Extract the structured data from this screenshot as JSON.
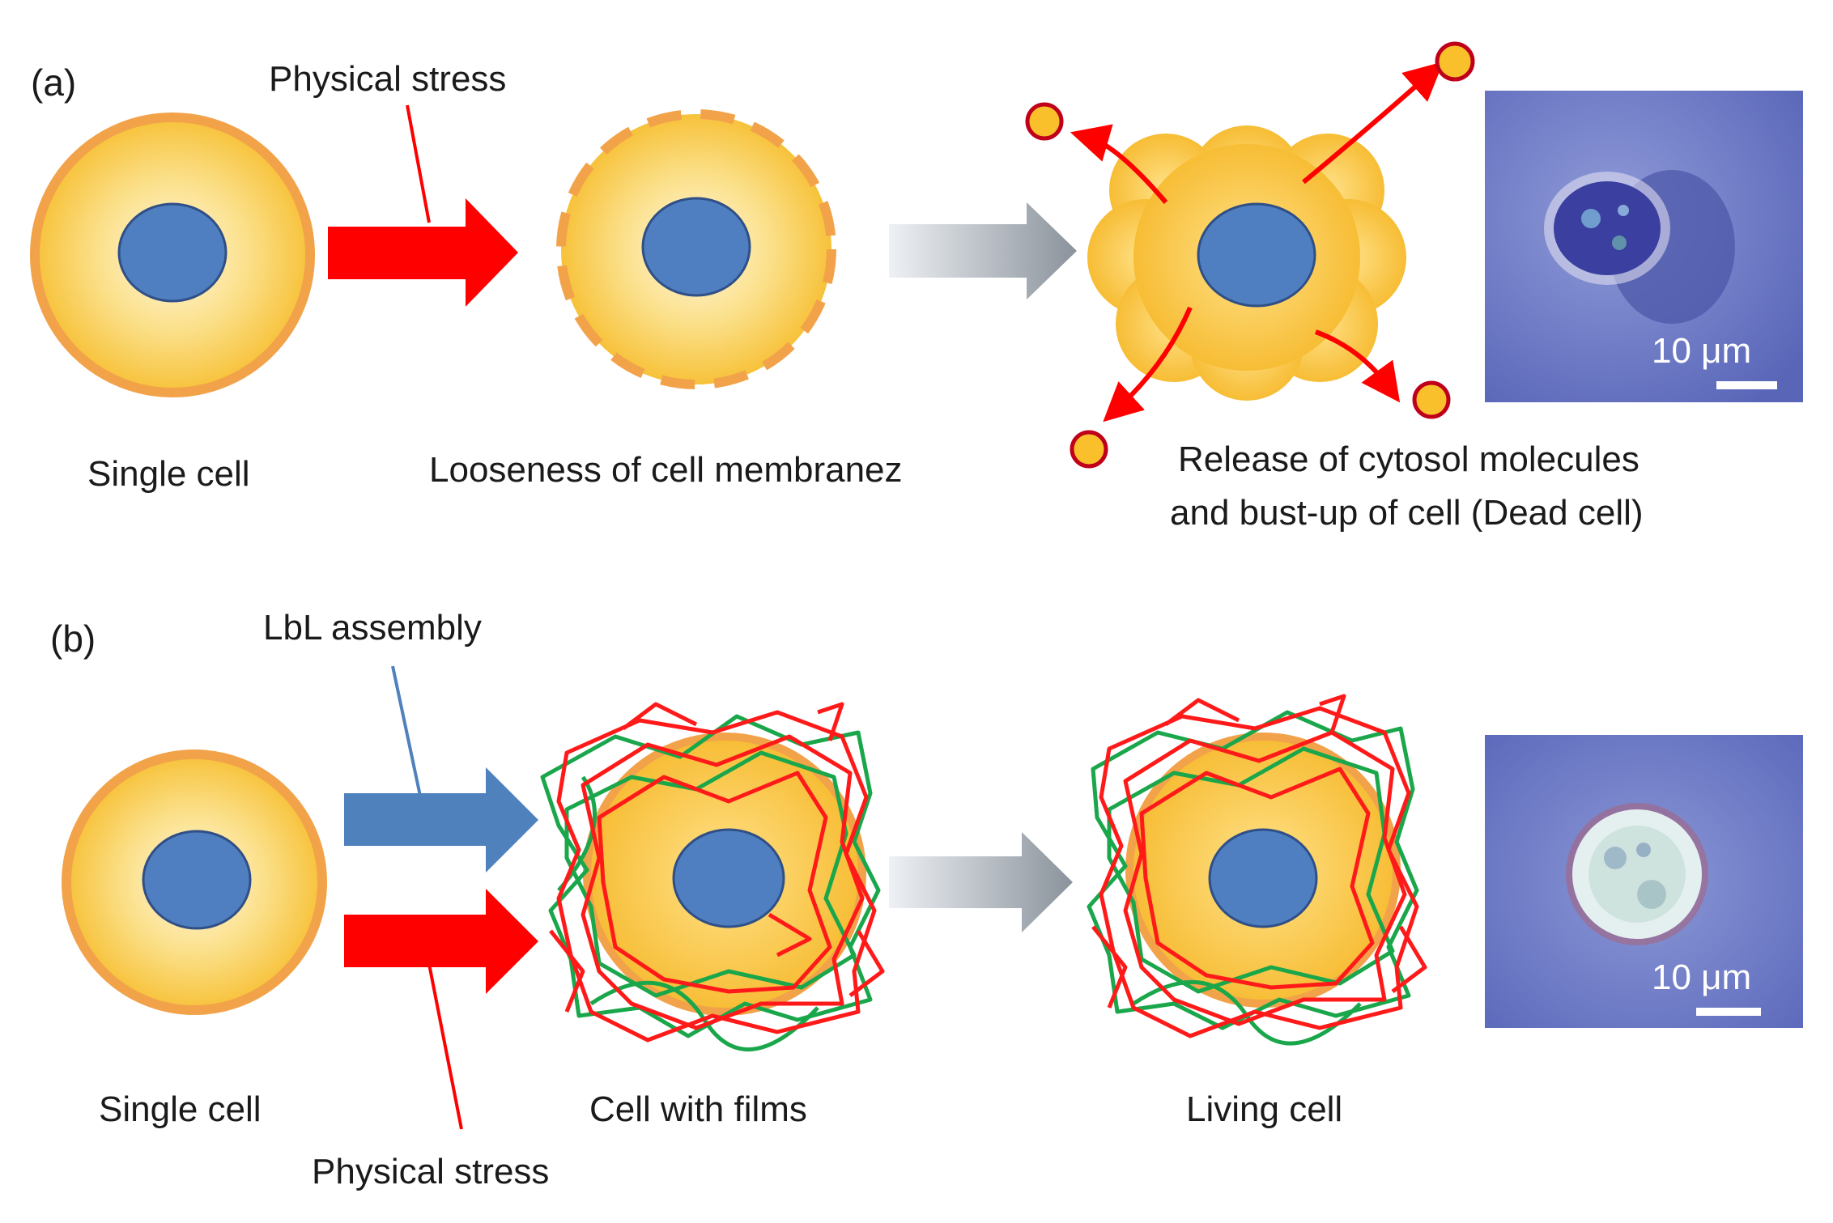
{
  "panel_a": {
    "label": "(a)",
    "stress_label": "Physical stress",
    "caption_single": "Single  cell",
    "caption_loose": "Looseness of cell   membranez",
    "caption_release_1": "Release of cytosol molecules",
    "caption_release_2": "and bust-up of cell (Dead cell)",
    "scale_bar": "10 μm"
  },
  "panel_b": {
    "label": "(b)",
    "lbl_label": "LbL assembly",
    "stress_label": "Physical stress",
    "caption_single": "Single  cell",
    "caption_films": "Cell with films",
    "caption_living": "Living cell",
    "scale_bar": "10 μm"
  },
  "colors": {
    "membrane": "#f2a34a",
    "cytoplasm": "#f9cf47",
    "nucleus": "#4f7fc0",
    "stress_arrow": "#ff0000",
    "lbl_arrow": "#4f81bd",
    "process_arrow": "#8d959e",
    "film_red": "#ff1a1a",
    "film_green": "#1aa64a"
  }
}
